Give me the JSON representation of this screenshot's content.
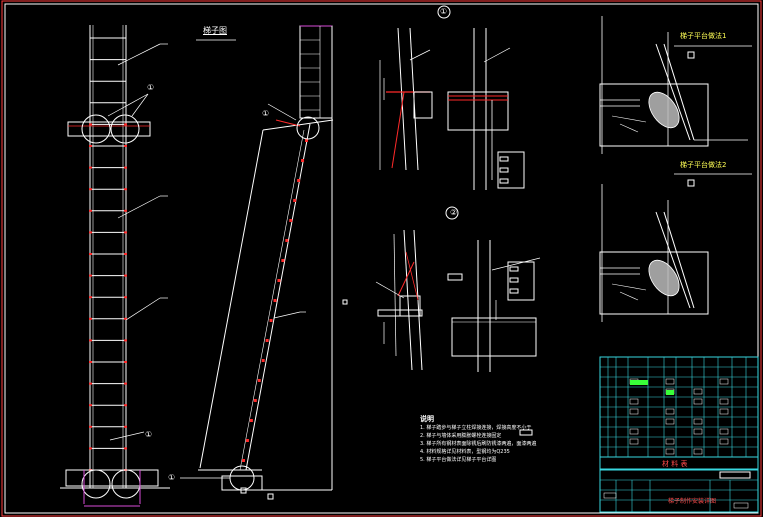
{
  "colors": {
    "background": "#000000",
    "line": "#ffffff",
    "accent_red": "#ff2a2a",
    "frame_red": "#ff3b3b",
    "dimension_magenta": "#d84dd8",
    "table_cyan": "#38d7e0",
    "text_yellow": "#ffff55",
    "highlight_green": "#39ff39"
  },
  "views": {
    "front_ladder": {
      "callout_top": "①",
      "callout_bottom": "①"
    },
    "side_ladder": {
      "title": "梯子图",
      "callout_top": "①",
      "callout_bottom": "①"
    }
  },
  "details": {
    "detail_1": {
      "callout": "①"
    },
    "detail_2": {
      "callout": "②"
    },
    "platform_detail_1": {
      "title": "梯子平台做法1"
    },
    "platform_detail_2": {
      "title": "梯子平台做法2"
    }
  },
  "notes": {
    "heading": "说明",
    "lines": [
      "1. 梯子踏步与梯子立柱焊接连接，焊接高度不小于",
      "2. 梯子与墙体采用膨胀螺栓连接固定",
      "3. 梯子所有钢材表面除锈后刷防锈漆两遍，面漆两遍",
      "4. 材料规格详见材料表，型钢均为Q235",
      "5. 梯子平台做法详见梯子平台详图"
    ]
  },
  "table": {
    "title": "材 料 表",
    "drawing_title": "梯子制作安装详图"
  }
}
